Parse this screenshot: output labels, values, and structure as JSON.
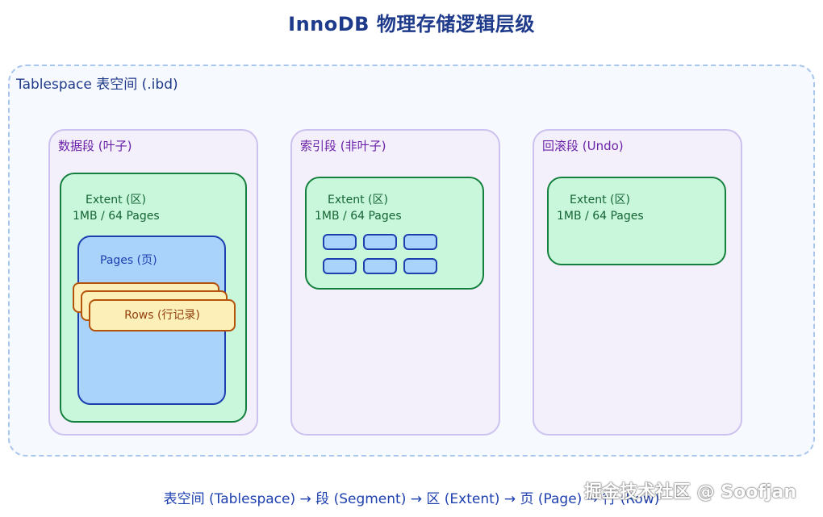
{
  "title": "InnoDB 物理存储逻辑层级",
  "tablespace": {
    "label": "Tablespace 表空间 (.ibd)"
  },
  "segments": [
    {
      "label": "数据段 (叶子)",
      "extent_line1": "Extent (区)",
      "extent_line2": "1MB / 64 Pages",
      "pages_label": "Pages (页)",
      "rows_label": "Rows (行记录)"
    },
    {
      "label": "索引段 (非叶子)",
      "extent_line1": "Extent (区)",
      "extent_line2": "1MB / 64 Pages"
    },
    {
      "label": "回滚段 (Undo)",
      "extent_line1": "Extent (区)",
      "extent_line2": "1MB / 64 Pages"
    }
  ],
  "footer": "表空间 (Tablespace) → 段 (Segment) → 区 (Extent) → 页 (Page) → 行 (Row)",
  "watermark": "掘金技术社区 @ Soofjan"
}
